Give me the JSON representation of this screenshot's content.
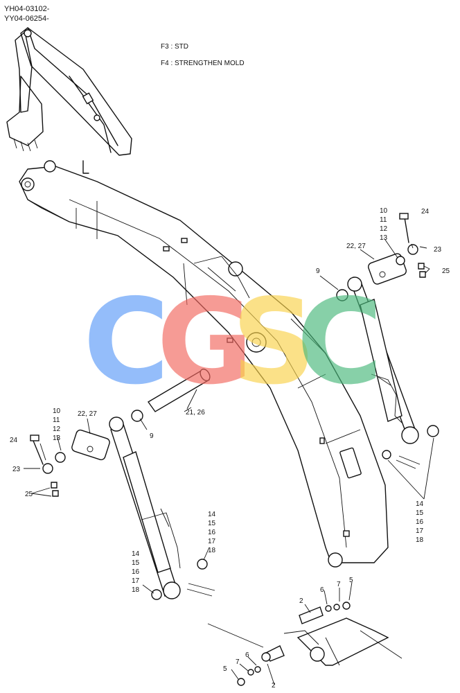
{
  "header": {
    "serial_1": "YH04-03102-",
    "serial_2": "YY04-06254-"
  },
  "notes": {
    "f3": "F3 : STD",
    "f4": "F4 : STRENGTHEN MOLD"
  },
  "watermark": {
    "letters": [
      "C",
      "G",
      "S",
      "C"
    ],
    "colors": [
      "#5b9bf8",
      "#f2665e",
      "#f9d24a",
      "#48b87a"
    ]
  },
  "callouts": {
    "r_10": "10",
    "r_11": "11",
    "r_12": "12",
    "r_13": "13",
    "r_24": "24",
    "r_22_27": "22, 27",
    "r_23": "23",
    "r_9": "9",
    "r_25": "25",
    "l_10": "10",
    "l_11": "11",
    "l_12": "12",
    "l_13": "13",
    "l_22_27": "22, 27",
    "l_24": "24",
    "l_23": "23",
    "l_25": "25",
    "l_9": "9",
    "pin_21_26": "21, 26",
    "r_14": "14",
    "r_15": "15",
    "r_16": "16",
    "r_17": "17",
    "r_18": "18",
    "lm_14": "14",
    "lm_15": "15",
    "lm_16": "16",
    "lm_17": "17",
    "lm_18": "18",
    "ll_14": "14",
    "ll_15": "15",
    "ll_16": "16",
    "ll_17": "17",
    "ll_18": "18",
    "b_2": "2",
    "b_6": "6",
    "b_7": "7",
    "b_5": "5",
    "bl_5": "5",
    "bl_7": "7",
    "bl_6": "6",
    "bl_2": "2"
  }
}
